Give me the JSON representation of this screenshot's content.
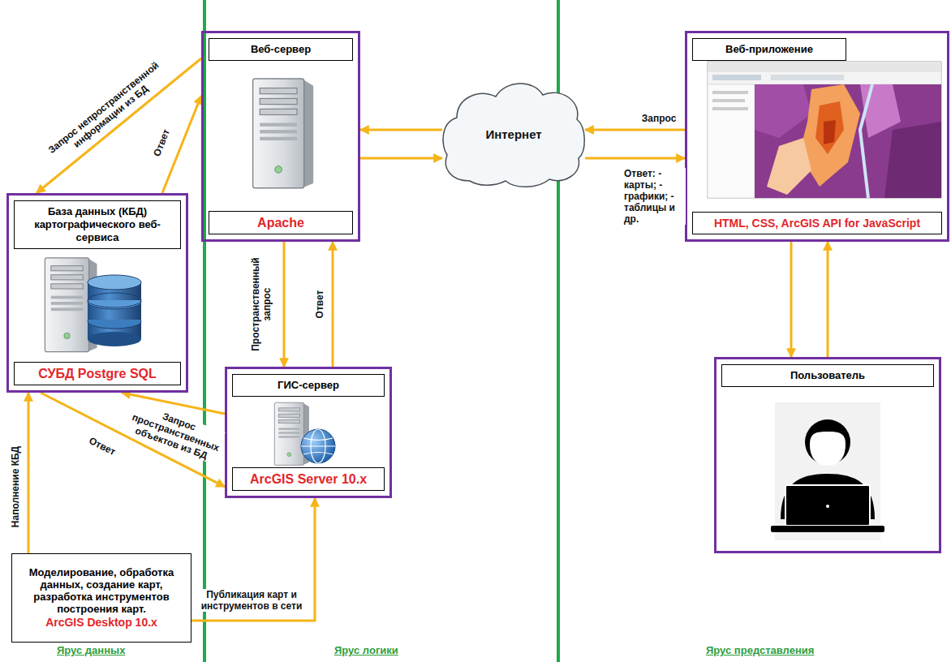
{
  "diagram": {
    "nodes": [
      {
        "text": [
          "Веб-сервер",
          "Apache"
        ]
      },
      {
        "text": [
          "Веб-приложение",
          "HTML, CSS, ArcGIS API for JavaScript"
        ]
      },
      {
        "text": [
          "Интернет"
        ]
      },
      {
        "text": [
          "База данных (КБД) картографического веб-сервиса",
          "СУБД Postgre SQL"
        ]
      },
      {
        "text": [
          "ГИС-сервер",
          "ArcGIS Server 10.x"
        ]
      },
      {
        "text": [
          "Пользователь"
        ]
      },
      {
        "text": [
          "Моделирование, обработка данных, создание карт, разработка инструментов построения карт.",
          "ArcGIS Desktop 10.x"
        ]
      }
    ],
    "edges": [
      {
        "from": 0,
        "to": 3,
        "arrow": "to",
        "label": "Запрос непространственной информации из БД"
      },
      {
        "from": 3,
        "to": 0,
        "arrow": "to",
        "label": "Ответ"
      },
      {
        "from": 0,
        "to": 4,
        "arrow": "to",
        "label": "Пространственный запрос"
      },
      {
        "from": 4,
        "to": 0,
        "arrow": "to",
        "label": "Ответ"
      },
      {
        "from": 4,
        "to": 3,
        "arrow": "to",
        "label": "Запрос пространственных объектов из БД"
      },
      {
        "from": 3,
        "to": 4,
        "arrow": "to",
        "label": "Ответ"
      },
      {
        "from": 6,
        "to": 3,
        "arrow": "to",
        "label": "Наполнение КБД"
      },
      {
        "from": 6,
        "to": 4,
        "arrow": "to",
        "label": "Публикация карт и инструментов в сети"
      },
      {
        "from": 2,
        "to": 0,
        "arrow": "to"
      },
      {
        "from": 0,
        "to": 2,
        "arrow": "to"
      },
      {
        "from": 1,
        "to": 2,
        "arrow": "to",
        "label": "Запрос"
      },
      {
        "from": 2,
        "to": 1,
        "arrow": "to",
        "label": "Ответ: - карты; - графики; - таблицы и др."
      },
      {
        "from": 1,
        "to": 5,
        "arrow": "to"
      },
      {
        "from": 5,
        "to": 1,
        "arrow": "to"
      }
    ],
    "labels": [
      "Ярус данных",
      "Ярус логики",
      "Ярус представления"
    ]
  }
}
